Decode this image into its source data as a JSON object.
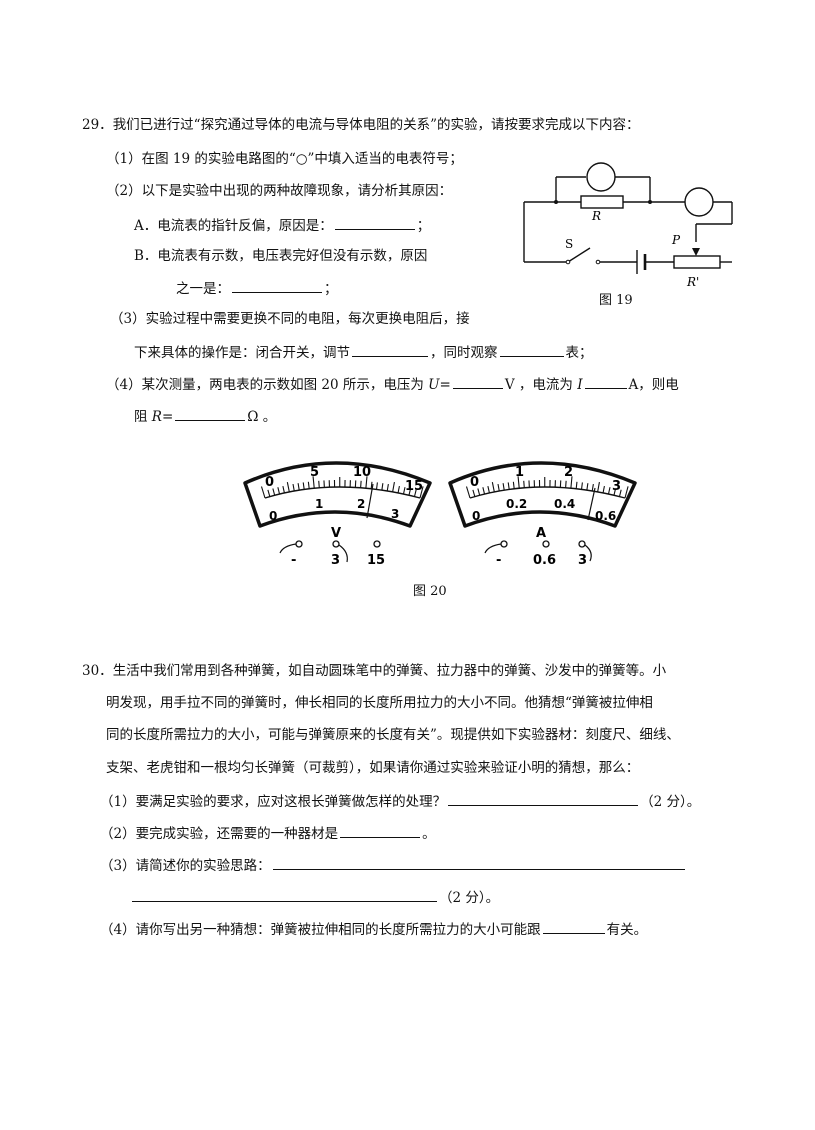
{
  "q29": {
    "num": "29．",
    "intro": "我们已进行过“探究通过导体的电流与导体电阻的关系”的实验，请按要求完成以下内容：",
    "p1": "（1）在图 19 的实验电路图的“○”中填入适当的电表符号；",
    "p2": "（2）以下是实验中出现的两种故障现象，请分析其原因：",
    "pA": "A．电流表的指针反偏，原因是：",
    "pA_end": "；",
    "pB1": "B．电流表有示数，电压表完好但没有示数，原因",
    "pB2": "之一是：",
    "pB2_end": "；",
    "p3a": "（3）实验过程中需要更换不同的电阻，每次更换电阻后，接",
    "p3b_1": "下来具体的操作是：闭合开关，调节",
    "p3b_2": "，同时观察",
    "p3b_3": "表；",
    "p4a_1": "（4）某次测量，两电表的示数如图 20 所示，电压为 ",
    "p4a_U": "U",
    "p4a_eq1": "=",
    "p4a_2": "V ，电流为 ",
    "p4a_I": "I",
    "p4a_3": "A，则电",
    "p4b_1": "阻 ",
    "p4b_R": "R",
    "p4b_eq": "=",
    "p4b_2": "Ω 。",
    "fig19": {
      "caption": "图 19",
      "labels": {
        "R": "R",
        "S": "S",
        "P": "P",
        "Rprime": "R'"
      }
    },
    "fig20": {
      "caption": "图 20",
      "voltmeter": {
        "top_ticks": [
          "0",
          "5",
          "10",
          "15"
        ],
        "bottom_ticks": [
          "0",
          "1",
          "2",
          "3"
        ],
        "unit": "V",
        "terminals": [
          "-",
          "3",
          "15"
        ]
      },
      "ammeter": {
        "top_ticks": [
          "0",
          "1",
          "2",
          "3"
        ],
        "bottom_ticks": [
          "0",
          "0.2",
          "0.4",
          "0.6"
        ],
        "unit": "A",
        "terminals": [
          "-",
          "0.6",
          "3"
        ]
      }
    }
  },
  "q30": {
    "num": "30．",
    "l1": "生活中我们常用到各种弹簧，如自动圆珠笔中的弹簧、拉力器中的弹簧、沙发中的弹簧等。小",
    "l2": "明发现，用手拉不同的弹簧时，伸长相同的长度所用拉力的大小不同。他猜想“弹簧被拉伸相",
    "l3": "同的长度所需拉力的大小，可能与弹簧原来的长度有关”。现提供如下实验器材：刻度尺、细线、",
    "l4": "支架、老虎钳和一根均匀长弹簧（可裁剪），如果请你通过实验来验证小明的猜想，那么：",
    "p1": "（1）要满足实验的要求，应对这根长弹簧做怎样的处理？",
    "p1_end": "（2 分）。",
    "p2": "（2）要完成实验，还需要的一种器材是",
    "p2_end": "。",
    "p3": "（3）请简述你的实验思路：",
    "p3_end": "（2 分）。",
    "p4": "（4）请你写出另一种猜想：弹簧被拉伸相同的长度所需拉力的大小可能跟",
    "p4_end": "有关。"
  }
}
